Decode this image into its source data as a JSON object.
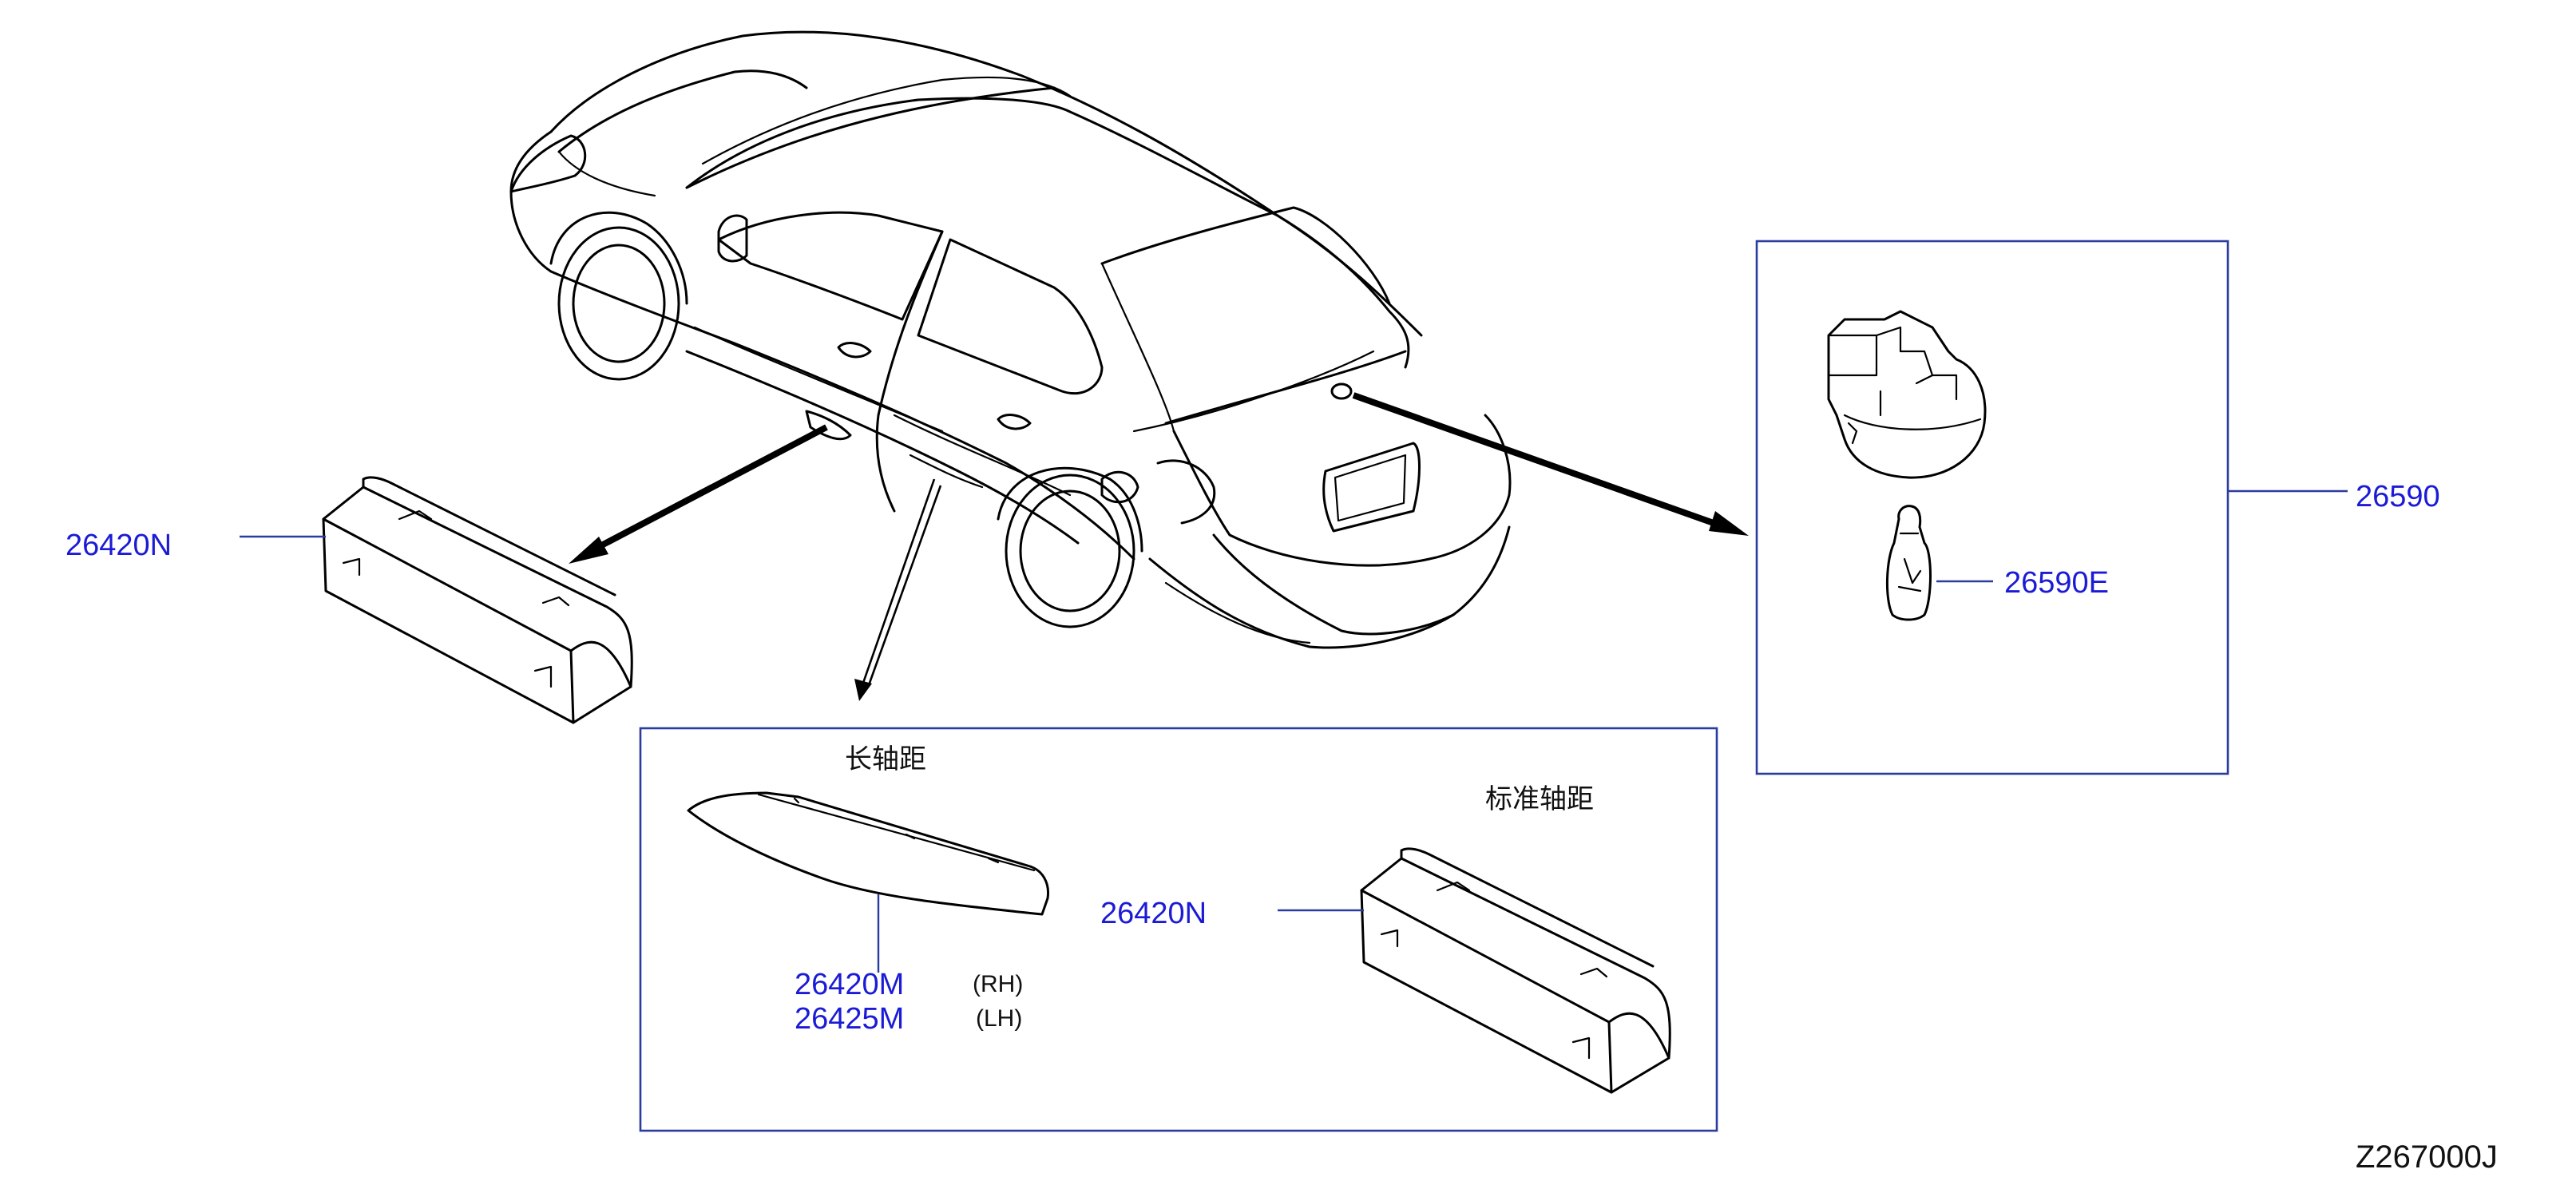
{
  "parts": {
    "lamp_left_part_no": "26420N",
    "lamp_inset_part_no": "26420N",
    "trim_rh_part_no": "26420M",
    "trim_lh_part_no": "26425M",
    "trim_rh_side": "(RH)",
    "trim_lh_side": "(LH)",
    "socket_part_no": "26590",
    "bulb_part_no": "26590E"
  },
  "variant_labels": {
    "long_wheelbase": "长轴距",
    "standard_wheelbase": "标准轴距"
  },
  "diagram_code": "Z267000J",
  "colors": {
    "part_number_text": "#1b1bd6",
    "frame_lines": "#2a3c9e",
    "drawing_lines": "#000000"
  }
}
